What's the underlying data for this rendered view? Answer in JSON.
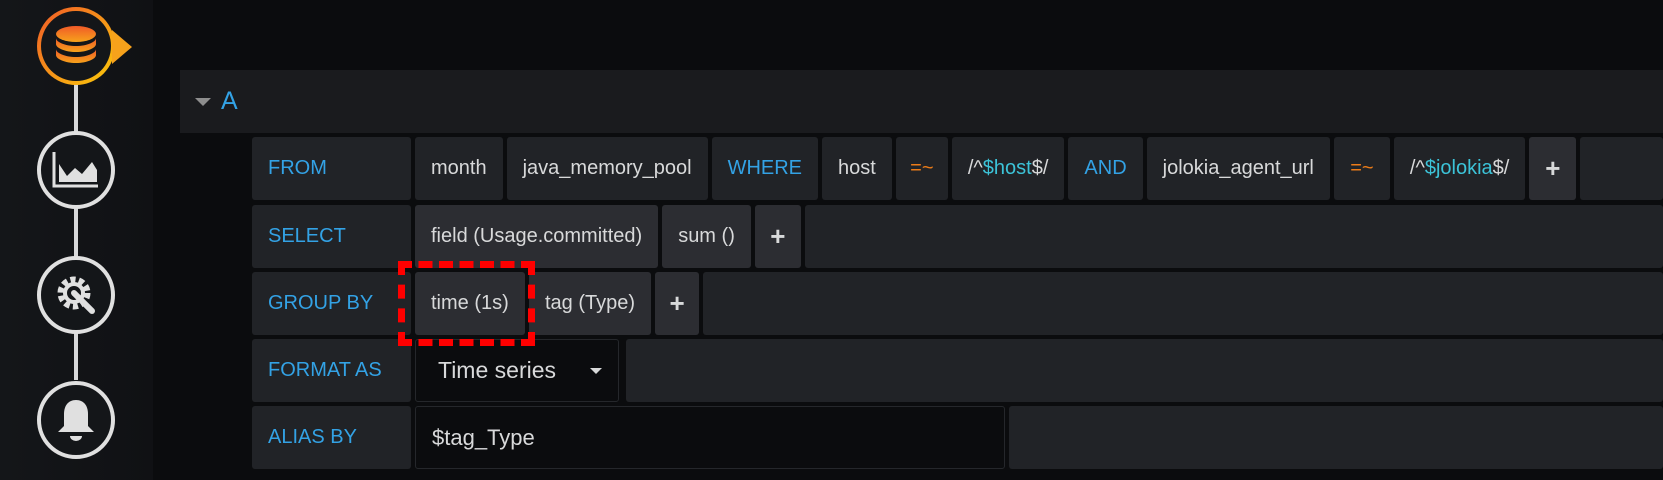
{
  "sidebar": {
    "steps": [
      {
        "icon": "database-icon",
        "active": true
      },
      {
        "icon": "area-chart-icon"
      },
      {
        "icon": "gear-wrench-icon"
      },
      {
        "icon": "bell-icon"
      }
    ]
  },
  "query": {
    "ref_id": "A",
    "from": {
      "label": "FROM",
      "policy": "month",
      "measurement": "java_memory_pool",
      "where": "WHERE",
      "tag1": "host",
      "op1": "=~",
      "val1_pre": "/^",
      "val1_var": "$host",
      "val1_post": "$/",
      "and": "AND",
      "tag2": "jolokia_agent_url",
      "op2": "=~",
      "val2_pre": "/^",
      "val2_var": "$jolokia",
      "val2_post": "$/",
      "add": "+"
    },
    "select": {
      "label": "SELECT",
      "field": "field (Usage.committed)",
      "func": "sum ()",
      "add": "+"
    },
    "group_by": {
      "label": "GROUP BY",
      "time": "time (1s)",
      "tag": "tag (Type)",
      "add": "+"
    },
    "format_as": {
      "label": "FORMAT AS",
      "value": "Time series"
    },
    "alias_by": {
      "label": "ALIAS BY",
      "value": "$tag_Type"
    }
  },
  "colors": {
    "keyword": "#33a2e5",
    "operator": "#eb7b18",
    "variable": "#3cc3d8",
    "highlight": "#ff0000"
  }
}
